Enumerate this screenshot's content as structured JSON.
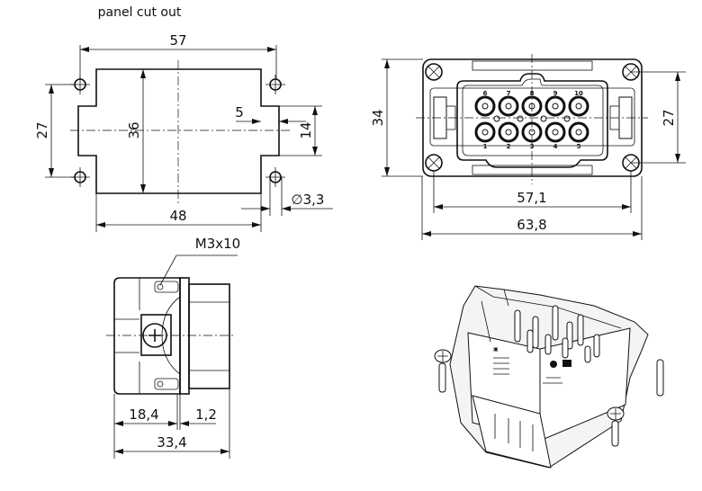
{
  "panel_cutout": {
    "title": "panel cut out",
    "dims": {
      "width_holes": "57",
      "width_cut": "48",
      "height_cut": "36",
      "height_holes": "27",
      "notch_height": "14",
      "notch_depth": "5",
      "hole_diameter": "∅3,3"
    }
  },
  "front_view": {
    "dims": {
      "height": "34",
      "screw_spacing_v": "27",
      "screw_spacing_h": "57,1",
      "width": "63,8"
    },
    "pin_labels_top": [
      "6",
      "7",
      "8",
      "9",
      "10"
    ],
    "pin_labels_bottom": [
      "1",
      "2",
      "3",
      "4",
      "5"
    ]
  },
  "side_view": {
    "screw_label": "M3x10",
    "dims": {
      "body_depth": "18,4",
      "flange": "1,2",
      "total_depth": "33,4"
    }
  }
}
